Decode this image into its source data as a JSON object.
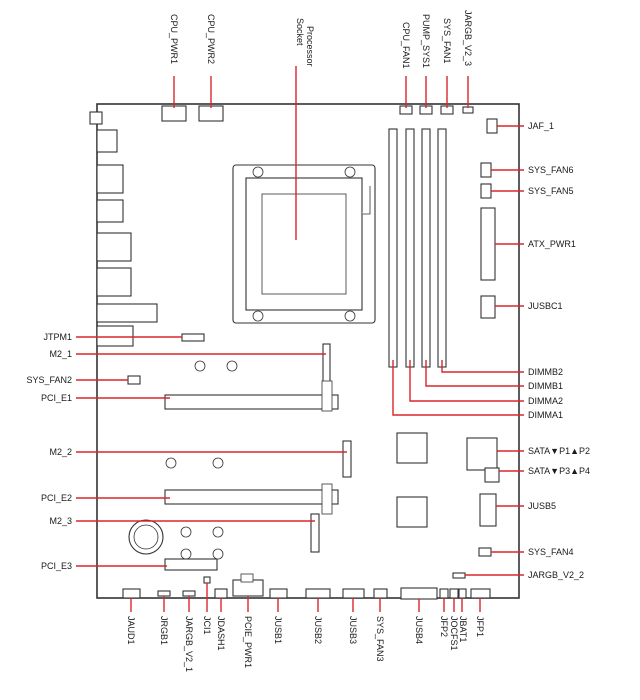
{
  "labels": {
    "cpu_pwr1": "CPU_PWR1",
    "cpu_pwr2": "CPU_PWR2",
    "processor_socket": "Processor Socket",
    "cpu_fan1": "CPU_FAN1",
    "pump_sys1": "PUMP_SYS1",
    "sys_fan1": "SYS_FAN1",
    "jargb_v2_3": "JARGB_V2_3",
    "jaf_1": "JAF_1",
    "sys_fan6": "SYS_FAN6",
    "sys_fan5": "SYS_FAN5",
    "atx_pwr1": "ATX_PWR1",
    "jusbc1": "JUSBC1",
    "jtpm1": "JTPM1",
    "m2_1": "M2_1",
    "sys_fan2": "SYS_FAN2",
    "pci_e1": "PCI_E1",
    "dimmb2": "DIMMB2",
    "dimmb1": "DIMMB1",
    "dimma2": "DIMMA2",
    "dimma1": "DIMMA1",
    "m2_2": "M2_2",
    "sata_12": "SATA▼P1▲P2",
    "sata_34": "SATA▼P3▲P4",
    "pci_e2": "PCI_E2",
    "jusb5": "JUSB5",
    "m2_3": "M2_3",
    "sys_fan4": "SYS_FAN4",
    "pci_e3": "PCI_E3",
    "jargb_v2_2": "JARGB_V2_2",
    "jaud1": "JAUD1",
    "jrgb1": "JRGB1",
    "jargb_v2_1": "JARGB_V2_1",
    "jci1": "JCI1",
    "jdash1": "JDASH1",
    "pcie_pwr1": "PCIE_PWR1",
    "jusb1": "JUSB1",
    "jusb2": "JUSB2",
    "jusb3": "JUSB3",
    "sys_fan3": "SYS_FAN3",
    "jusb4": "JUSB4",
    "jfp2": "JFP2",
    "jocfs1": "JOCFS1",
    "jbat1": "JBAT1",
    "jfp1": "JFP1"
  },
  "colors": {
    "leader": "#d9262c",
    "outline": "#333333"
  }
}
